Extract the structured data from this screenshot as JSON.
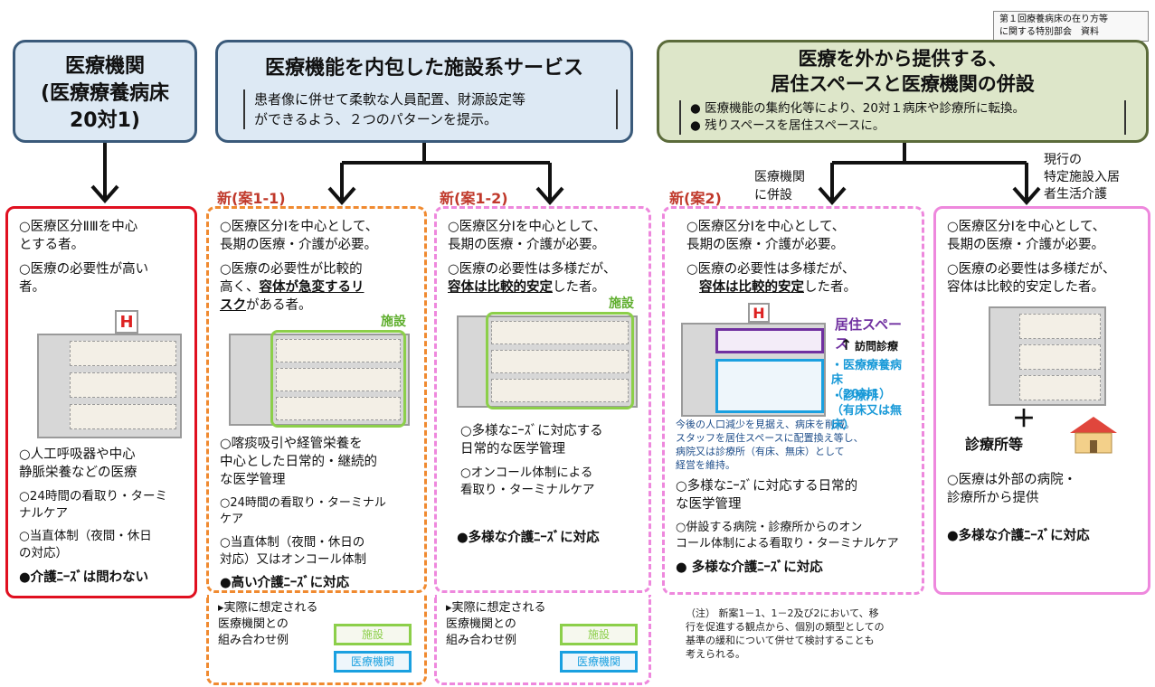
{
  "doc_note": "第１回療養病床の在り方等\nに関する特別部会　資料",
  "headers": {
    "left": "医療機関\n(医療療養病床\n20対1)",
    "middle_title": "医療機能を内包した施設系サービス",
    "middle_sub": "患者像に併せて柔軟な人員配置、財源設定等\nができるよう、２つのパターンを提示。",
    "right_title": "医療を外から提供する、\n居住スペースと医療機関の併設",
    "right_bullet1": "● 医療機能の集約化等により、20対１病床や診療所に転換。",
    "right_bullet2": "● 残りスペースを居住スペースに。"
  },
  "labels": {
    "new11": "新(案1-1)",
    "new12": "新(案1-2)",
    "new2": "新(案2)",
    "heisetsu": "医療機関\nに併設",
    "genko": "現行の\n特定施設入居\n者生活介護"
  },
  "col1": {
    "p1": "○医療区分ⅡⅢを中心\nとする者。",
    "p2": "○医療の必要性が高い\n者。",
    "p3": "○人工呼吸器や中心\n静脈栄養などの医療",
    "p4": "○24時間の看取り・ターミ\nナルケア",
    "p5": "○当直体制（夜間・休日\nの対応）",
    "p6": "●介護ﾆｰｽﾞは問わない"
  },
  "col2": {
    "p1": "○医療区分Ⅰを中心として、\n長期の医療・介護が必要。",
    "p2a": "○医療の必要性が比較的\n高く、",
    "p2b": "容体が急変するリ\nスク",
    "p2c": "がある者。",
    "tag": "施設",
    "p3": "○喀痰吸引や経管栄養を\n中心とした日常的・継続的\nな医学管理",
    "p4": "○24時間の看取り・ターミナル\nケア",
    "p5": "○当直体制（夜間・休日の\n対応）又はオンコール体制",
    "p6": "●高い介護ﾆｰｽﾞに対応",
    "example": "▸実際に想定される\n医療機関との\n組み合わせ例",
    "ex_facility": "施設",
    "ex_medical": "医療機関"
  },
  "col3": {
    "p1": "○医療区分Ⅰを中心として、\n長期の医療・介護が必要。",
    "p2a": "○医療の必要性は多様だが、",
    "p2b": "容体は比較的安定",
    "p2c": "した者。",
    "tag": "施設",
    "p3": "○多様なﾆｰｽﾞに対応する\n日常的な医学管理",
    "p4": "○オンコール体制による\n看取り・ターミナルケア",
    "p5": "●多様な介護ﾆｰｽﾞに対応",
    "example": "▸実際に想定される\n医療機関との\n組み合わせ例",
    "ex_facility": "施設",
    "ex_medical": "医療機関"
  },
  "col4": {
    "p1": "○医療区分Ⅰを中心として、\n長期の医療・介護が必要。",
    "p2a": "○医療の必要性は多様だが、",
    "p2b": "容体は比較的安定",
    "p2c": "した者。",
    "living": "居住スペース",
    "visit": "訪問診療",
    "ryoyo": "・医療療養病床\n（20対1）",
    "clinic": "・診療所\n（有床又は無床）",
    "note": "今後の人口減少を見据え、病床を削減。\nスタッフを居住スペースに配置換え等し、\n病院又は診療所（有床、無床）として\n経営を維持。",
    "p3": "○多様なﾆｰｽﾞに対応する日常的\nな医学管理",
    "p4": "○併設する病院・診療所からのオン\nコール体制による看取り・ターミナルケア",
    "p5": "● 多様な介護ﾆｰｽﾞに対応",
    "footnote": "（注） 新案1－1、1－2及び2において、移\n行を促進する観点から、個別の類型としての\n基準の緩和について併せて検討することも\n考えられる。"
  },
  "col5": {
    "p1": "○医療区分Ⅰを中心として、\n長期の医療・介護が必要。",
    "p2": "○医療の必要性は多様だが、\n容体は比較的安定した者。",
    "plus": "＋",
    "clinic": "診療所等",
    "p3": "○医療は外部の病院・\n診療所から提供",
    "p4": "●多様な介護ﾆｰｽﾞに対応"
  }
}
